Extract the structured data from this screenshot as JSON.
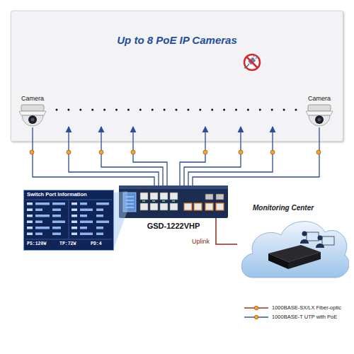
{
  "diagram": {
    "nodes": [
      {
        "text": [
          "Up to 8 PoE IP Cameras"
        ]
      },
      {
        "text": [
          "Camera"
        ],
        "in": 0
      },
      {
        "text": [
          "Camera"
        ],
        "in": 0
      },
      {
        "text": [
          "Switch Port Information",
          "PS:120W",
          "TP:72W",
          "PD:4"
        ]
      },
      {
        "text": [
          "GSD-1222VHP"
        ]
      },
      {
        "text": [
          "Monitoring Center"
        ]
      }
    ],
    "edges": [
      {
        "from": 4,
        "to": 1,
        "arrow": "none"
      },
      {
        "from": 4,
        "to": 2,
        "arrow": "none"
      },
      {
        "from": 4,
        "to": 5,
        "label": "Uplink",
        "arrow": "none"
      }
    ],
    "legend": [
      {
        "text": "1000BASE-SX/LX Fiber-optic"
      },
      {
        "text": "1000BASE-T UTP with PoE"
      }
    ]
  }
}
